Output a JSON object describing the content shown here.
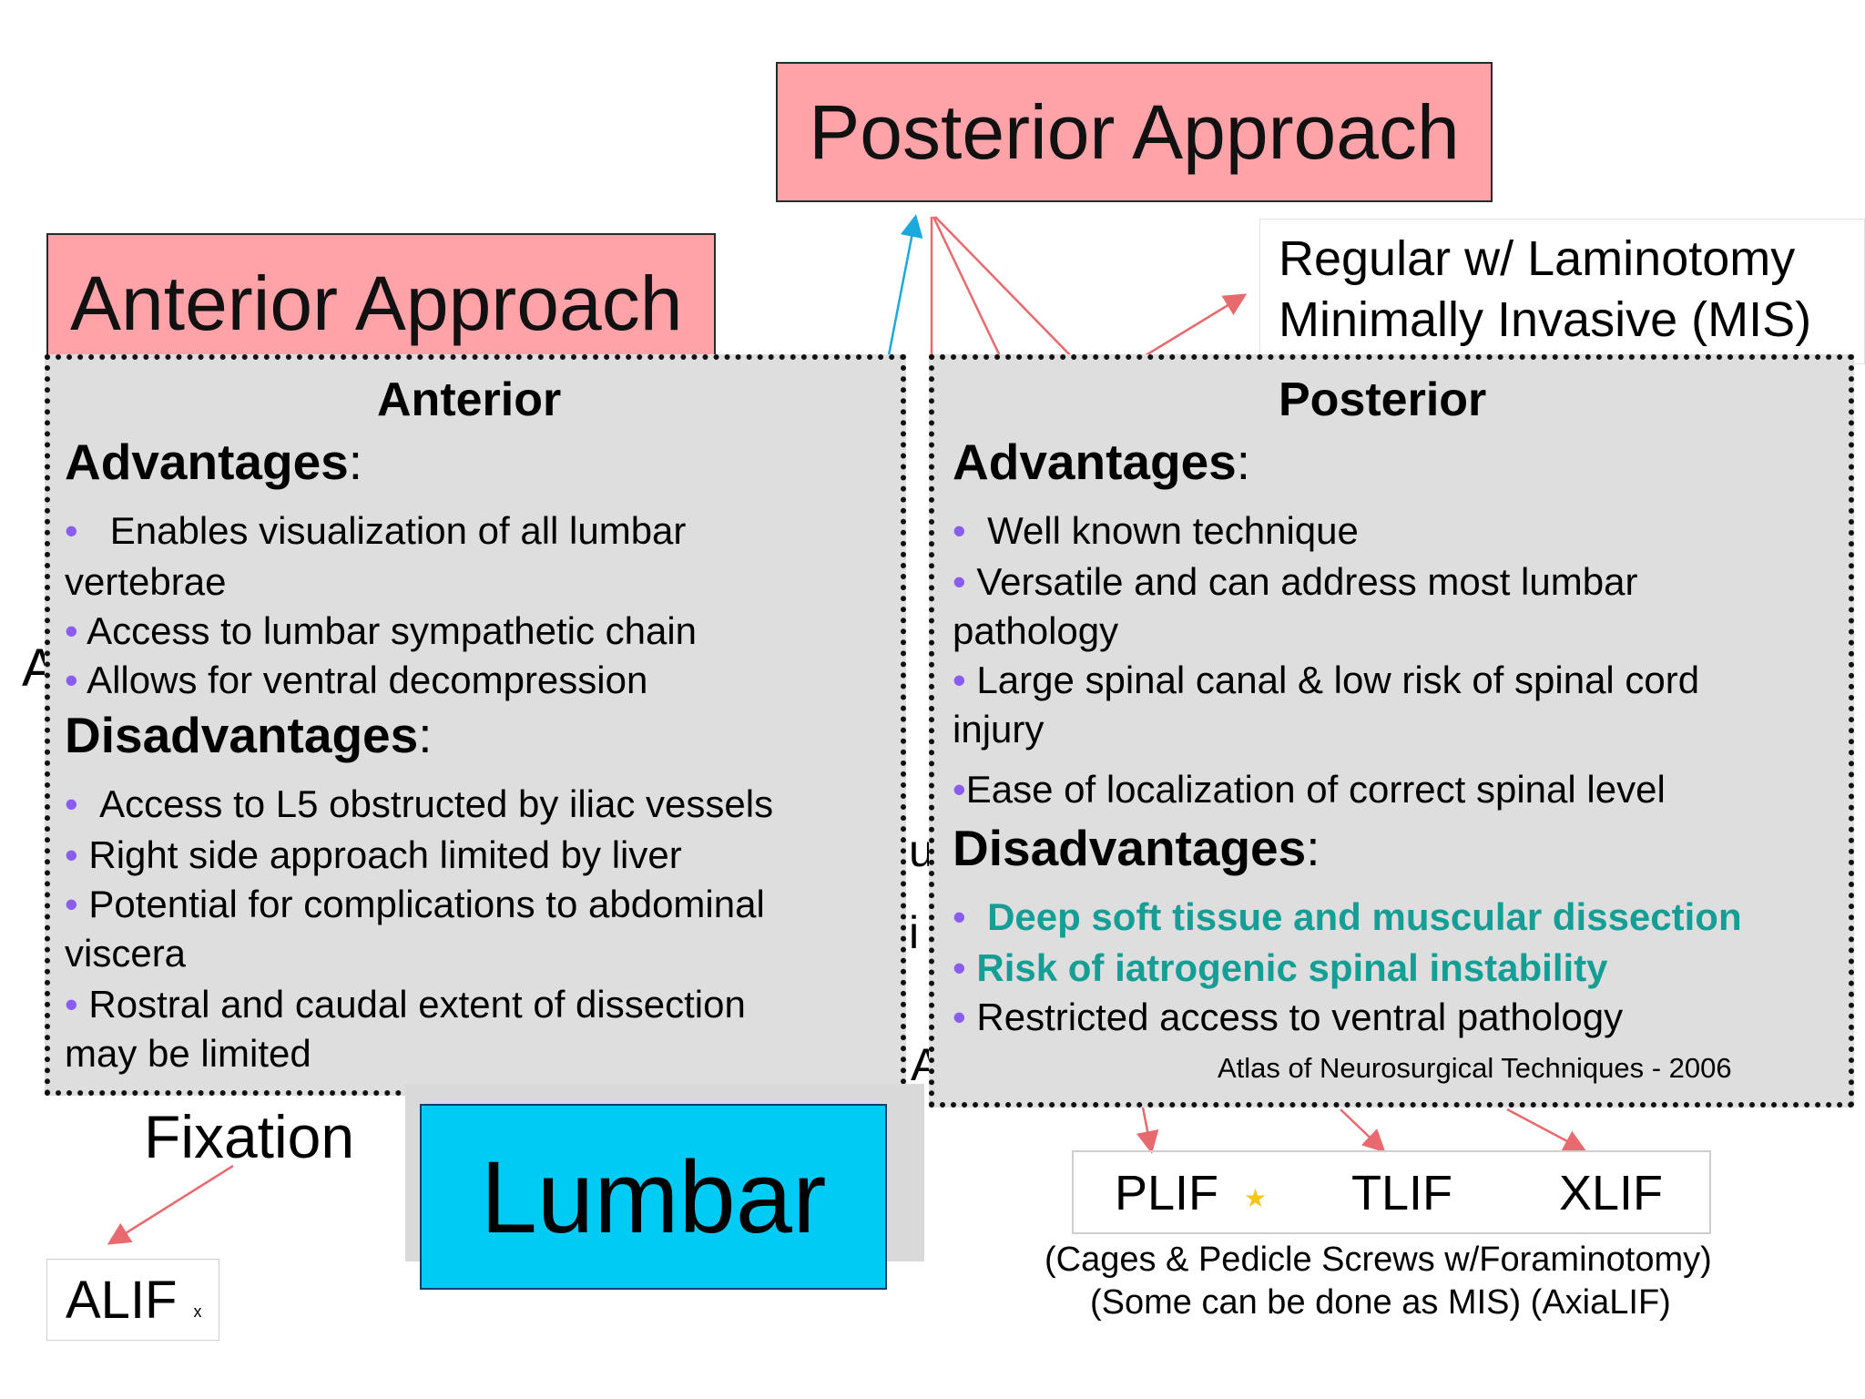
{
  "top": {
    "posterior_approach": "Posterior Approach",
    "anterior_approach": "Anterior Approach"
  },
  "regular": {
    "line1": "Regular w/ Laminotomy",
    "line2": "Minimally Invasive (MIS)"
  },
  "bottom": {
    "lumbar": "Lumbar",
    "fixation": "Fixation",
    "alif": "ALIF",
    "alif_mark": "x",
    "plif": "PLIF",
    "plif_star": "★",
    "tlif": "TLIF",
    "xlif": "XLIF",
    "caption_1": "(Cages & Pedicle Screws w/Foraminotomy)",
    "caption_2": "(Some can be done as MIS) (AxiaLIF)"
  },
  "anterior_panel": {
    "title": "Anterior",
    "advantages_heading": "Advantages",
    "advantages": [
      "Enables visualization of all lumbar",
      "vertebrae",
      "Access to lumbar sympathetic chain",
      "Allows for ventral decompression"
    ],
    "disadvantages_heading": "Disadvantages",
    "disadvantages": [
      "Access to L5 obstructed by iliac vessels",
      "Right side approach limited by liver",
      "Potential for complications to abdominal",
      "viscera",
      "Rostral and caudal extent of dissection",
      "may be limited"
    ]
  },
  "posterior_panel": {
    "title": "Posterior",
    "advantages_heading": "Advantages",
    "advantages": [
      "Well known technique",
      "Versatile and can address most lumbar",
      "pathology",
      "Large spinal canal & low risk of spinal cord",
      "injury",
      "Ease of localization of correct spinal level"
    ],
    "disadvantages_heading": "Disadvantages",
    "disadvantages": [
      "Deep soft tissue and muscular dissection",
      "Risk of iatrogenic spinal instability",
      "Restricted access to ventral pathology"
    ],
    "reference": "Atlas of Neurosurgical Techniques - 2006"
  },
  "colon": ":",
  "bullet": "•",
  "fragments": {
    "left_a": "A",
    "mid_u": "u",
    "mid_i": "i",
    "mid_a": "A"
  },
  "colors": {
    "approach_box": "#ffa3a8",
    "lumbar_box": "#00cbf5",
    "panel_bg": "#dedede",
    "bullet": "#8a5cf0",
    "highlight_text": "#159e96",
    "arrow_red": "#e8696e",
    "arrow_blue": "#19a9dc"
  }
}
